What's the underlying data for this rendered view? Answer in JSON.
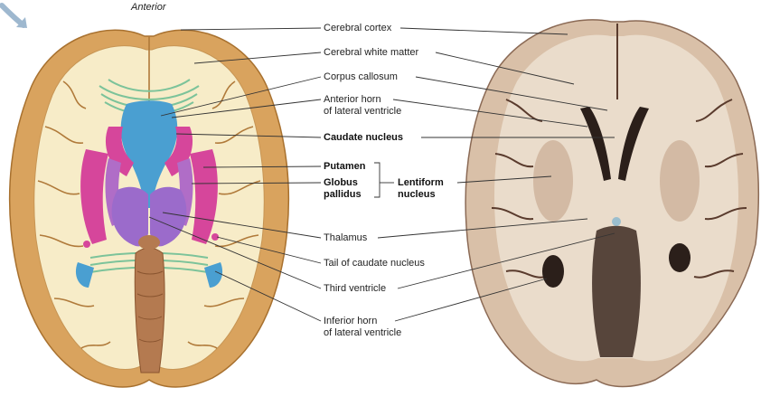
{
  "labels": {
    "anterior": "Anterior",
    "cerebral_cortex": "Cerebral cortex",
    "cerebral_white_matter": "Cerebral white matter",
    "corpus_callosum": "Corpus callosum",
    "anterior_horn_line1": "Anterior horn",
    "anterior_horn_line2": "of lateral ventricle",
    "caudate_nucleus": "Caudate nucleus",
    "putamen": "Putamen",
    "globus_line1": "Globus",
    "globus_line2": "pallidus",
    "lentiform_line1": "Lentiform",
    "lentiform_line2": "nucleus",
    "thalamus": "Thalamus",
    "tail_caudate": "Tail of caudate nucleus",
    "third_ventricle": "Third ventricle",
    "inferior_horn_line1": "Inferior horn",
    "inferior_horn_line2": "of lateral ventricle"
  },
  "colors": {
    "cortex": "#d9a35e",
    "white_matter": "#f7ecc8",
    "callosum": "#7cc39a",
    "ventricle": "#4a9fd1",
    "caudate": "#d6469b",
    "putamen": "#d6469b",
    "globus": "#b06dc7",
    "thalamus": "#9b6bcb",
    "brainstem": "#b47a50",
    "photo_tissue": "#d9c0a8",
    "photo_dark": "#2b1f1a"
  }
}
